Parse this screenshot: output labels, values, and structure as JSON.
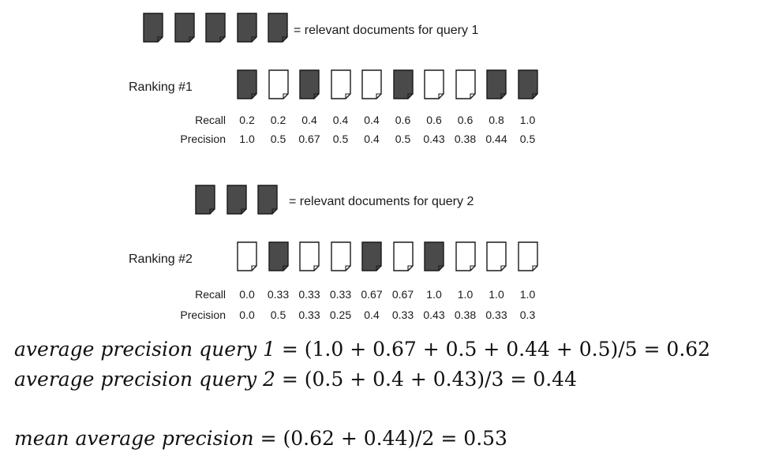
{
  "legend1": {
    "count": 5,
    "caption": "= relevant documents for query 1"
  },
  "ranking1": {
    "label": "Ranking #1",
    "docs": [
      true,
      false,
      true,
      false,
      false,
      true,
      false,
      false,
      true,
      true
    ],
    "recall_label": "Recall",
    "precision_label": "Precision",
    "recall": [
      "0.2",
      "0.2",
      "0.4",
      "0.4",
      "0.4",
      "0.6",
      "0.6",
      "0.6",
      "0.8",
      "1.0"
    ],
    "precision": [
      "1.0",
      "0.5",
      "0.67",
      "0.5",
      "0.4",
      "0.5",
      "0.43",
      "0.38",
      "0.44",
      "0.5"
    ]
  },
  "legend2": {
    "count": 3,
    "caption": "= relevant documents for query 2"
  },
  "ranking2": {
    "label": "Ranking #2",
    "docs": [
      false,
      true,
      false,
      false,
      true,
      false,
      true,
      false,
      false,
      false
    ],
    "recall_label": "Recall",
    "precision_label": "Precision",
    "recall": [
      "0.0",
      "0.33",
      "0.33",
      "0.33",
      "0.67",
      "0.67",
      "1.0",
      "1.0",
      "1.0",
      "1.0"
    ],
    "precision": [
      "0.0",
      "0.5",
      "0.33",
      "0.25",
      "0.4",
      "0.33",
      "0.43",
      "0.38",
      "0.33",
      "0.3"
    ]
  },
  "formulas": {
    "ap1_label": "average precision query 1",
    "ap1_expr": "= (1.0 + 0.67 + 0.5 + 0.44 + 0.5)/5 = 0.62",
    "ap2_label": "average precision query 2",
    "ap2_expr": "= (0.5 + 0.4 + 0.43)/3 = 0.44",
    "map_label": "mean average precision",
    "map_expr": "= (0.62 + 0.44)/2 = 0.53"
  },
  "colors": {
    "relevant_fill": "#4a4a4a",
    "nonrelevant_fill": "#ffffff",
    "outline": "#1a1a1a"
  }
}
